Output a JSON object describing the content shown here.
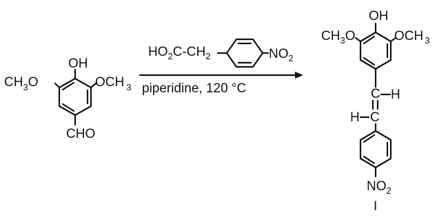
{
  "reactant": {
    "oh": "OH",
    "left_methoxy": "CH",
    "left_methoxy_sub": "3",
    "left_methoxy_o": "O",
    "right_methoxy": "OCH",
    "right_methoxy_sub": "3",
    "aldehyde": "CHO"
  },
  "reagent": {
    "acid_part1": "HO",
    "acid_part1_sub": "2",
    "acid_part2": "C-CH",
    "acid_part2_sub": "2",
    "nitro": "NO",
    "nitro_sub": "2",
    "conditions": "piperidine, 120 °C"
  },
  "product": {
    "oh": "OH",
    "left_methoxy": "CH",
    "left_methoxy_sub": "3",
    "left_methoxy_o": "O",
    "right_methoxy": "OCH",
    "right_methoxy_sub": "3",
    "vinyl_upper_c": "C",
    "vinyl_upper_h": "H",
    "vinyl_lower_h": "H",
    "vinyl_lower_c": "C",
    "nitro": "NO",
    "nitro_sub": "2",
    "compound_number": "I"
  }
}
